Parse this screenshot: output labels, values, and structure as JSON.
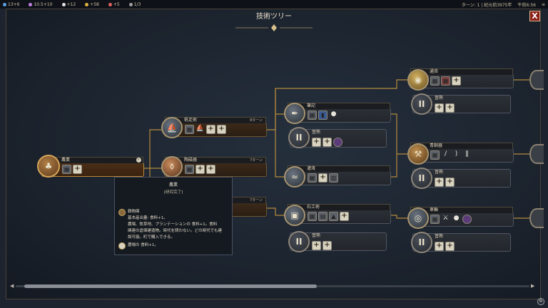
{
  "topbar": {
    "resources": [
      {
        "icon": "science-icon",
        "value": "13+6",
        "color": "#5aa0e0"
      },
      {
        "icon": "culture-icon",
        "value": "10.5+10",
        "color": "#c080e0"
      },
      {
        "icon": "faith-icon",
        "value": "+12",
        "color": "#e0e0e0"
      },
      {
        "icon": "gold-icon",
        "value": "+58",
        "color": "#e0b040"
      },
      {
        "icon": "happiness-icon",
        "value": "+5",
        "color": "#e06060"
      },
      {
        "icon": "tourism-icon",
        "value": "1/3",
        "color": "#a0a0a0"
      }
    ],
    "turn_label": "ターン: 1 | 紀元前3975年",
    "time": "午前6:56"
  },
  "dialog": {
    "title": "技術ツリー",
    "close_label": "X"
  },
  "techs": {
    "agriculture": {
      "name": "農業",
      "turns": "",
      "icons": [
        "tile",
        "plus"
      ],
      "completed": true
    },
    "sailing": {
      "name": "帆走術",
      "turns": "8ターン",
      "icons": [
        "tile",
        "boat",
        "plus",
        "plus"
      ]
    },
    "pottery": {
      "name": "陶磁器",
      "turns": "7ターン",
      "icons": [
        "tile",
        "plus",
        "plus"
      ]
    },
    "hidden_third": {
      "name": "",
      "turns": "7ターン"
    },
    "writing": {
      "name": "筆記",
      "turns": "",
      "icons": [
        "tile",
        "tile",
        "tile"
      ]
    },
    "irrigation": {
      "name": "灌漑",
      "turns": "",
      "icons": [
        "tile",
        "plus",
        "tile"
      ]
    },
    "masonry": {
      "name": "石工術",
      "turns": "",
      "icons": [
        "tile",
        "tile",
        "tile",
        "plus"
      ]
    },
    "currency": {
      "name": "通貨",
      "turns": "",
      "icons": [
        "tile",
        "tile",
        "plus"
      ]
    },
    "bronze": {
      "name": "青銅器",
      "turns": "",
      "icons": [
        "tile",
        "spear",
        "bow",
        "bars"
      ]
    },
    "wheel": {
      "name": "車輪",
      "turns": "",
      "icons": [
        "tile",
        "tile",
        "tile",
        "purple"
      ]
    }
  },
  "eras": {
    "label": "習熟",
    "numeral": "II"
  },
  "tooltip": {
    "title": "農業",
    "subtitle": "[研究完了]",
    "building_name": "穀物庫",
    "lines": [
      "基本産出量: 食料+1。",
      "農場、牧草地、プランテーションの 食料+1。食料",
      "関連の倉庫建造物。時代を問わない。どの時代でも建",
      "設可能。町で購入できる。"
    ],
    "bonus_line": "農場の 食料+1。"
  },
  "colors": {
    "accent": "#b8893f",
    "panel_border": "#4a4336",
    "close_bg": "#8c1f1a"
  }
}
